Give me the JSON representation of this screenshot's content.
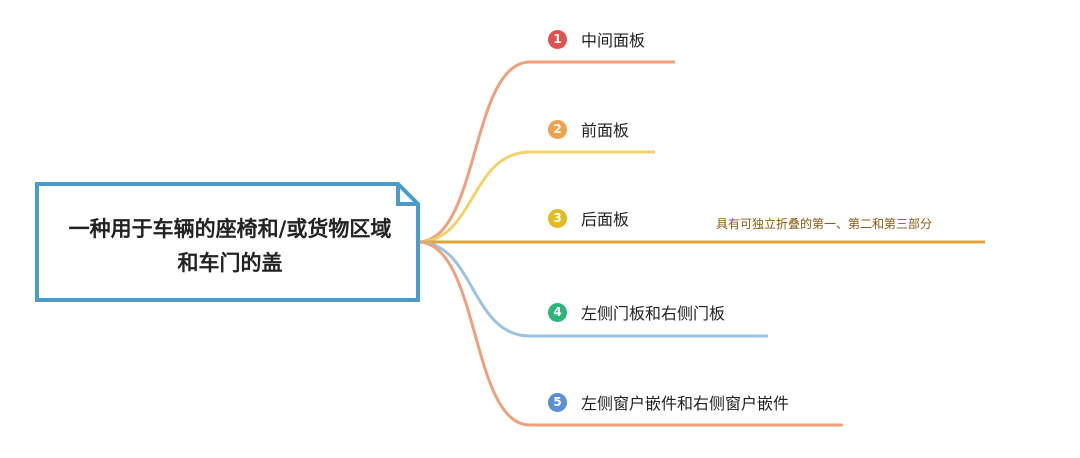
{
  "root": {
    "title": "一种用于车辆的座椅和/或货物区域和车门的盖"
  },
  "colors": {
    "root_border": "#4a9cc9",
    "branch1": "#f0a07a",
    "branch2": "#f2d36b",
    "branch3": "#e0a43a",
    "branch4": "#9cc3df",
    "branch5": "#f0a07a",
    "num1": "#e05252",
    "num2": "#eea24a",
    "num3": "#e3bb22",
    "num4": "#2db57a",
    "num5": "#5b8fd6"
  },
  "branches": [
    {
      "number": "1",
      "label": "中间面板"
    },
    {
      "number": "2",
      "label": "前面板"
    },
    {
      "number": "3",
      "label": "后面板",
      "note": "具有可独立折叠的第一、第二和第三部分"
    },
    {
      "number": "4",
      "label": "左侧门板和右侧门板"
    },
    {
      "number": "5",
      "label": "左侧窗户嵌件和右侧窗户嵌件"
    }
  ]
}
